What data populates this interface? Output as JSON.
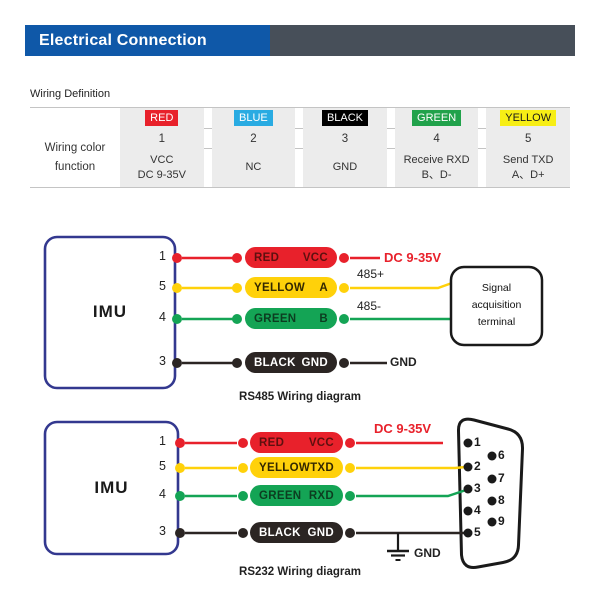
{
  "colors": {
    "header-blue": "#0f58a8",
    "header-slate": "#474f59",
    "red": "#e8212b",
    "yellow": "#ffd10a",
    "green": "#14a455",
    "black-wire": "#2b2523",
    "blue-chip": "#29abe2",
    "chip-green": "#21a24b",
    "chip-yellow": "#f7ee15",
    "imu-border": "#33388f",
    "outline": "#1a1a1a"
  },
  "header": {
    "title": "Electrical Connection"
  },
  "wiring_table": {
    "section_label": "Wiring Definition",
    "row_label": {
      "line1": "Wiring color",
      "line2": "function"
    },
    "columns": [
      {
        "color": "RED",
        "number": "1",
        "func1": "VCC",
        "func2": "DC 9-35V"
      },
      {
        "color": "BLUE",
        "number": "2",
        "func1": "NC",
        "func2": ""
      },
      {
        "color": "BLACK",
        "number": "3",
        "func1": "GND",
        "func2": ""
      },
      {
        "color": "GREEN",
        "number": "4",
        "func1": "Receive RXD",
        "func2": "B、D-"
      },
      {
        "color": "YELLOW",
        "number": "5",
        "func1": "Send TXD",
        "func2": "A、D+"
      }
    ]
  },
  "rs485": {
    "device": "IMU",
    "pins": [
      "1",
      "5",
      "4",
      "3"
    ],
    "pills": [
      {
        "color": "RED",
        "func": "VCC"
      },
      {
        "color": "YELLOW",
        "func": "A"
      },
      {
        "color": "GREEN",
        "func": "B"
      },
      {
        "color": "BLACK",
        "func": "GND"
      }
    ],
    "labels": {
      "power": "DC 9-35V",
      "line_a": "485+",
      "line_b": "485-",
      "gnd": "GND"
    },
    "terminal": {
      "line1": "Signal",
      "line2": "acquisition",
      "line3": "terminal"
    },
    "caption": "RS485 Wiring diagram"
  },
  "rs232": {
    "device": "IMU",
    "pins": [
      "1",
      "5",
      "4",
      "3"
    ],
    "pills": [
      {
        "color": "RED",
        "func": "VCC"
      },
      {
        "color": "YELLOW",
        "func": "TXD"
      },
      {
        "color": "GREEN",
        "func": "RXD"
      },
      {
        "color": "BLACK",
        "func": "GND"
      }
    ],
    "labels": {
      "power": "DC 9-35V",
      "gnd": "GND"
    },
    "db9": {
      "left_pins": [
        "1",
        "2",
        "3",
        "4",
        "5"
      ],
      "right_pins": [
        "6",
        "7",
        "8",
        "9"
      ]
    },
    "caption": "RS232 Wiring diagram"
  }
}
